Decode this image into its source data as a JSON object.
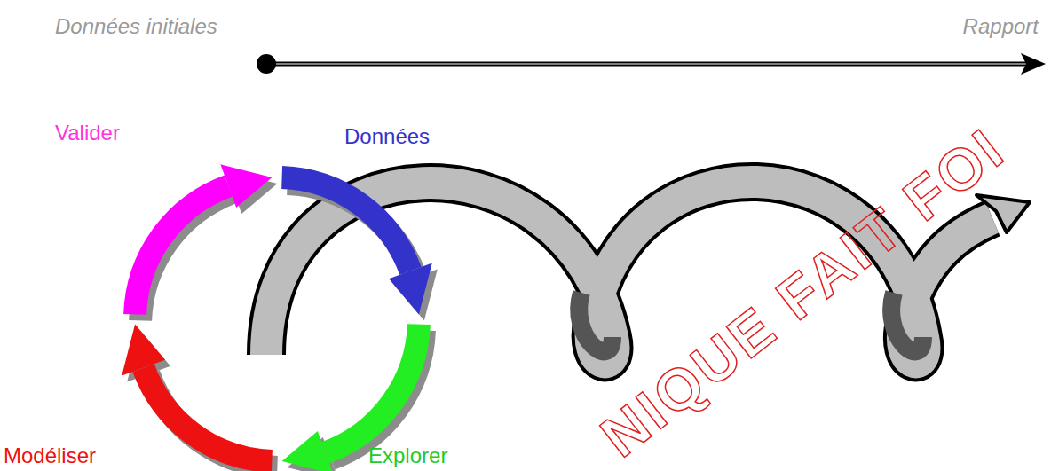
{
  "diagram": {
    "labels": [
      "Données initiales",
      "Rapport",
      "Valider",
      "Données",
      "Modéliser",
      "Explorer",
      "NIQUE FAIT FOI"
    ]
  }
}
